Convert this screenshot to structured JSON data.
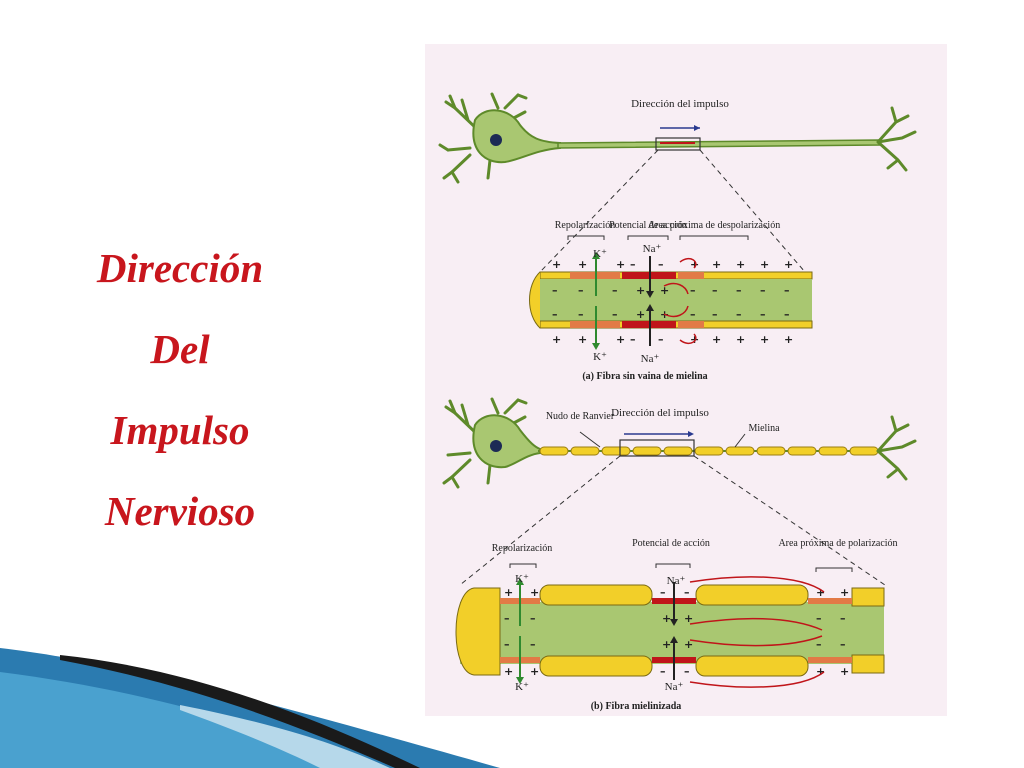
{
  "slide_title": [
    "Dirección",
    "Del",
    "Impulso",
    "Nervioso"
  ],
  "colors": {
    "title": "#c8161d",
    "membrane_yellow": "#f2cf29",
    "axon_green": "#a9c771",
    "depolarized_red": "#c0151a",
    "repolarizing_orange": "#e27a46",
    "potassium_arrow": "#2f8a2f",
    "current_arrow": "#c0151a",
    "impulse_arrow": "#2a3a8f"
  },
  "panel_a": {
    "direction": "Dirección del impulso",
    "repolarization": "Repolarización",
    "action_potential": "Potencial de acción",
    "depolarization_area": "Area próxima de despolarización",
    "k_ion": "K⁺",
    "na_ion": "Na⁺",
    "caption": "(a) Fibra sin vaina de mielina"
  },
  "panel_b": {
    "node": "Nudo de Ranvier",
    "direction": "Dirección del impulso",
    "myelin": "Mielina",
    "repolarization": "Repolarización",
    "action_potential": "Potencial de acción",
    "polarization_area": "Area próxima de polarización",
    "k_ion": "K⁺",
    "na_ion": "Na⁺",
    "caption": "(b) Fibra mielinizada"
  },
  "icons": {
    "neuron_a": "neuron-icon",
    "neuron_b": "myelinated-neuron-icon"
  }
}
